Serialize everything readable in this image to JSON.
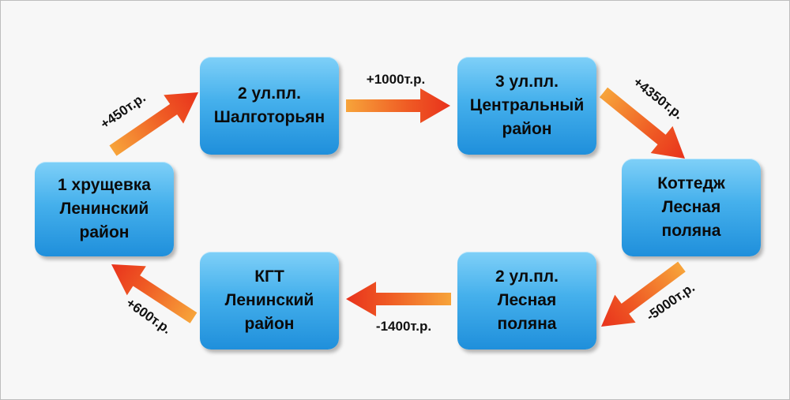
{
  "nodes": [
    {
      "id": "n1",
      "lines": [
        "1 хрущевка",
        "Ленинский",
        "район"
      ]
    },
    {
      "id": "n2",
      "lines": [
        "2 ул.пл.",
        "Шалготорьян"
      ]
    },
    {
      "id": "n3",
      "lines": [
        "3 ул.пл.",
        "Центральный",
        "район"
      ]
    },
    {
      "id": "n4",
      "lines": [
        "Коттедж",
        "Лесная",
        "поляна"
      ]
    },
    {
      "id": "n5",
      "lines": [
        "2 ул.пл.",
        "Лесная",
        "поляна"
      ]
    },
    {
      "id": "n6",
      "lines": [
        "КГТ",
        "Ленинский",
        "район"
      ]
    }
  ],
  "edges": [
    {
      "from": "n1",
      "to": "n2",
      "label": "+450т.р."
    },
    {
      "from": "n2",
      "to": "n3",
      "label": "+1000т.р."
    },
    {
      "from": "n3",
      "to": "n4",
      "label": "+4350т.р."
    },
    {
      "from": "n4",
      "to": "n5",
      "label": "-5000т.р."
    },
    {
      "from": "n5",
      "to": "n6",
      "label": "-1400т.р."
    },
    {
      "from": "n6",
      "to": "n1",
      "label": "+600т.р."
    }
  ],
  "colors": {
    "node_top": "#7fd0f8",
    "node_bottom": "#1f8fdb",
    "arrow_light": "#f7a43a",
    "arrow_dark": "#e8321c"
  }
}
